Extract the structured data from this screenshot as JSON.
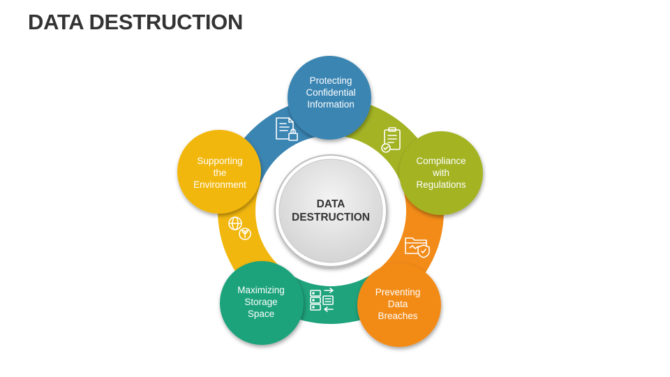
{
  "title": "DATA DESTRUCTION",
  "center": {
    "label": "DATA\nDESTRUCTION"
  },
  "colors": {
    "blue": "#3b85b3",
    "green": "#a3b324",
    "orange": "#f28b18",
    "teal": "#1fa37c",
    "yellow": "#f2b70e",
    "center_fill": "#dedede",
    "text_dark": "#333333"
  },
  "segments": [
    {
      "key": "blue",
      "label": "Protecting\nConfidential\nInformation",
      "icon": "document-lock-icon"
    },
    {
      "key": "green",
      "label": "Compliance\nwith\nRegulations",
      "icon": "clipboard-check-icon"
    },
    {
      "key": "orange",
      "label": "Preventing\nData\nBreaches",
      "icon": "folder-shield-icon"
    },
    {
      "key": "teal",
      "label": "Maximizing\nStorage\nSpace",
      "icon": "server-transfer-icon"
    },
    {
      "key": "yellow",
      "label": "Supporting\nthe\nEnvironment",
      "icon": "globe-leaf-icon"
    }
  ]
}
